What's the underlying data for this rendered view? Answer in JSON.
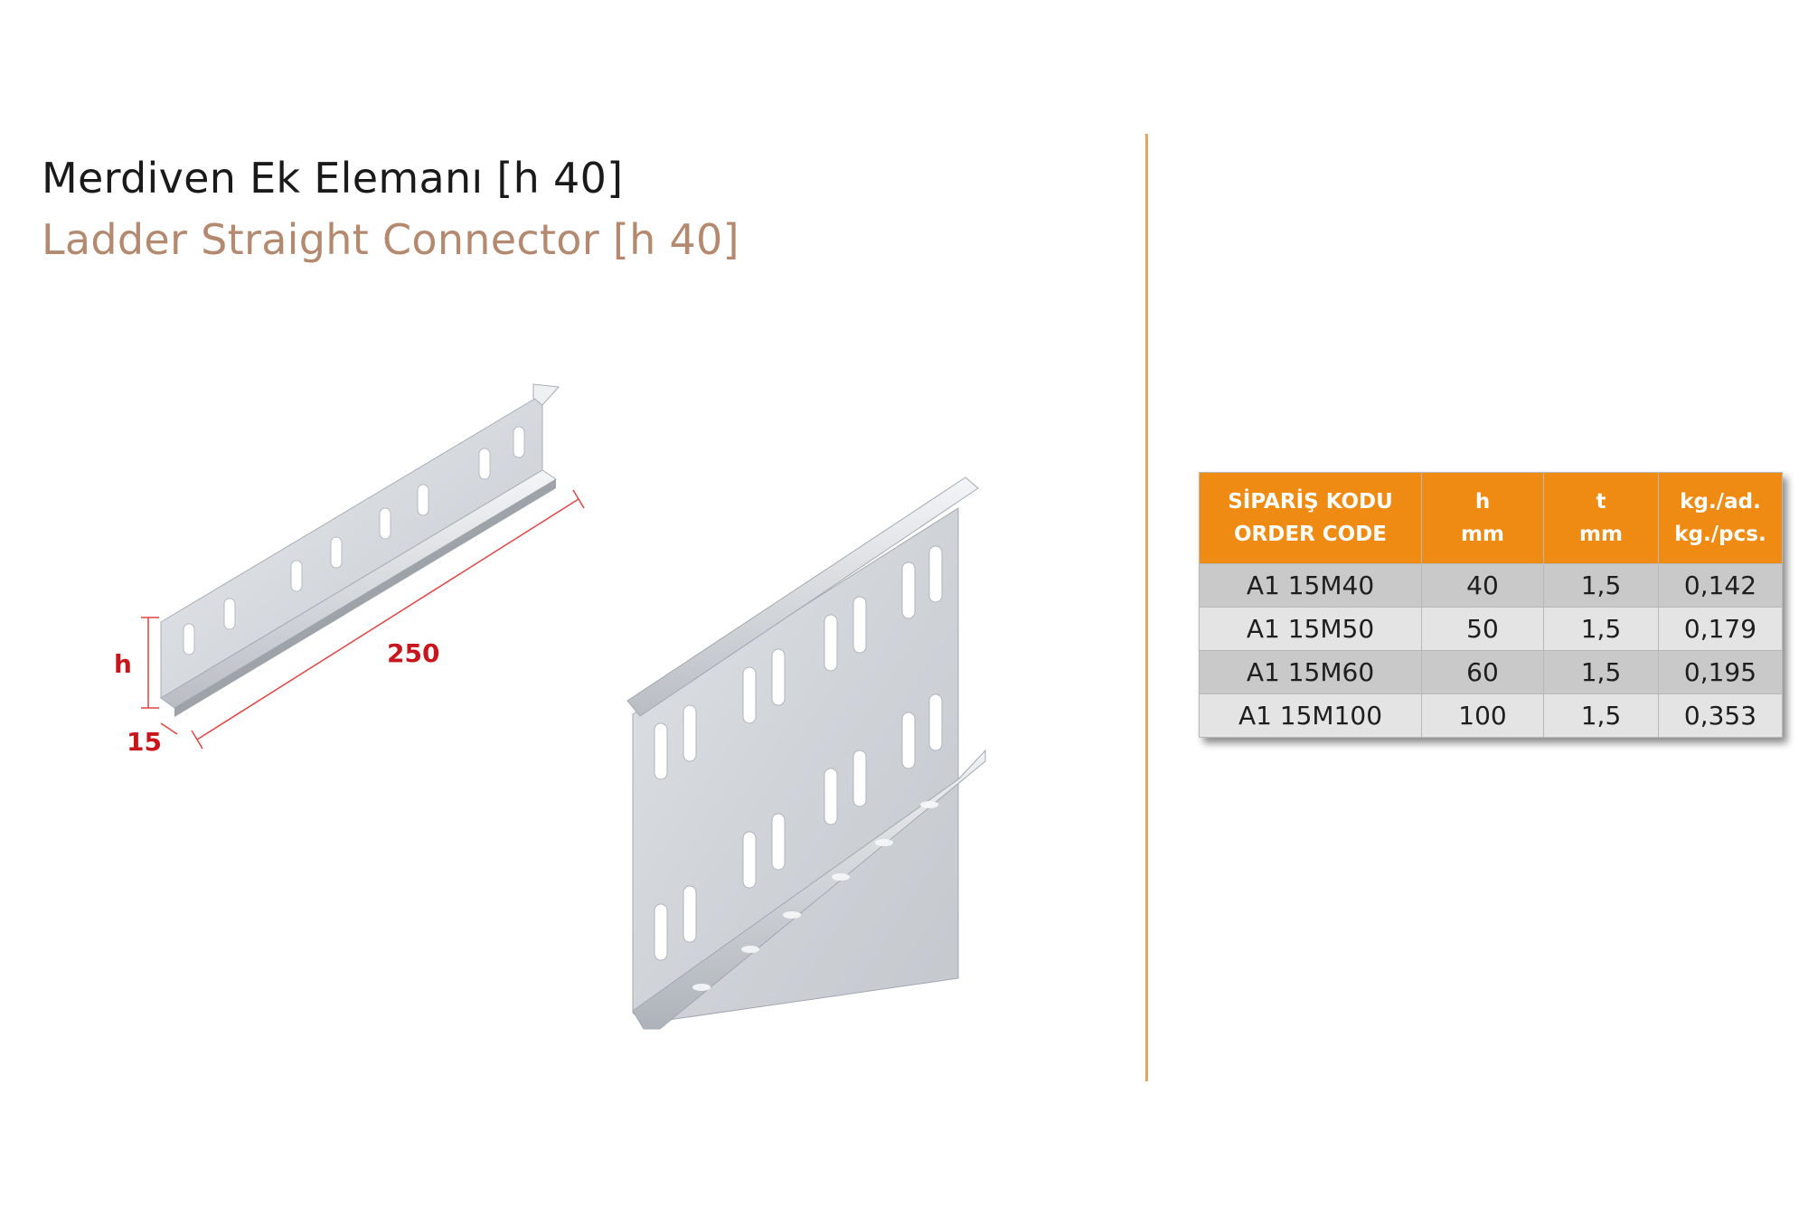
{
  "title": {
    "tr": "Merdiven Ek Elemanı [h 40]",
    "en": "Ladder Straight Connector [h 40]"
  },
  "dimensions": {
    "height_label": "h",
    "depth_label": "15",
    "length_label": "250"
  },
  "table": {
    "headers": [
      {
        "line1": "SİPARİŞ KODU",
        "line2": "ORDER CODE"
      },
      {
        "line1": "h",
        "line2": "mm"
      },
      {
        "line1": "t",
        "line2": "mm"
      },
      {
        "line1": "kg./ad.",
        "line2": "kg./pcs."
      }
    ],
    "rows": [
      [
        "A1 15M40",
        "40",
        "1,5",
        "0,142"
      ],
      [
        "A1 15M50",
        "50",
        "1,5",
        "0,179"
      ],
      [
        "A1 15M60",
        "60",
        "1,5",
        "0,195"
      ],
      [
        "A1 15M100",
        "100",
        "1,5",
        "0,353"
      ]
    ]
  },
  "colors": {
    "header_orange": "#ef8a12",
    "divider": "#e6a45e",
    "title_subtitle": "#b38a70",
    "dimension_red": "#c8161d"
  }
}
